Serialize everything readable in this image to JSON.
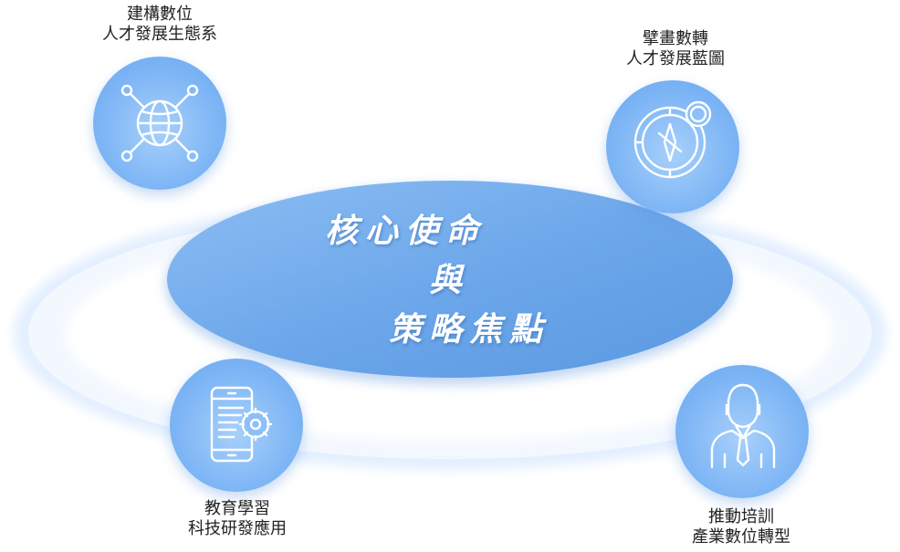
{
  "center": {
    "line1": "核心使命",
    "line2": "與",
    "line3": "策略焦點"
  },
  "nodes": [
    {
      "icon": "globe-network-icon",
      "line1": "建構數位",
      "line2": "人才發展生態系"
    },
    {
      "icon": "compass-icon",
      "line1": "擘畫數轉",
      "line2": "人才發展藍圖"
    },
    {
      "icon": "tablet-gear-icon",
      "line1": "教育學習",
      "line2": "科技研發應用"
    },
    {
      "icon": "businessman-icon",
      "line1": "推動培訓",
      "line2": "產業數位轉型"
    }
  ],
  "colors": {
    "ring": "#dbeaff",
    "center_fill": "#6ea9ee",
    "node_fill": "#8cc0f7",
    "icon_stroke": "#ffffff"
  }
}
